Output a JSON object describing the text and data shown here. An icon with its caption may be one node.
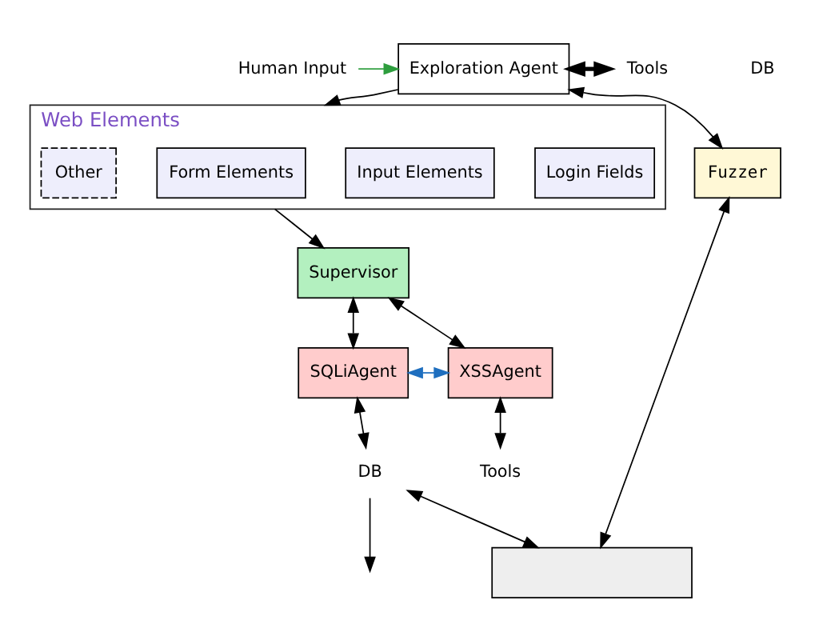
{
  "diagram": {
    "nodes": [
      {
        "text": [
          "Human Input"
        ]
      },
      {
        "text": [
          "Exploration Agent"
        ]
      },
      {
        "text": [
          "Tools"
        ]
      },
      {
        "text": [
          "DB"
        ]
      },
      {
        "text": [
          "Web Elements"
        ]
      },
      {
        "text": [
          "Login Fields"
        ],
        "in": 4
      },
      {
        "text": [
          "Input Elements"
        ],
        "in": 4
      },
      {
        "text": [
          "Form Elements"
        ],
        "in": 4
      },
      {
        "text": [
          "Other"
        ],
        "in": 4
      },
      {
        "text": [
          "Supervisor"
        ]
      },
      {
        "text": [
          "Fuzzer"
        ]
      },
      {
        "text": [
          "SQLiAgent"
        ]
      },
      {
        "text": [
          "XSSAgent"
        ]
      },
      {
        "text": [
          "DB"
        ]
      },
      {
        "text": [
          "Tools"
        ]
      },
      {
        "text": [],
        "shape": "box"
      }
    ],
    "edges": [
      {
        "from": 0,
        "to": 1,
        "arrow": "to",
        "color": "#2e9e3e"
      },
      {
        "from": 1,
        "to": 2,
        "arrow": "both",
        "style": "thick"
      },
      {
        "from": 1,
        "to": 4,
        "arrow": "to"
      },
      {
        "from": 4,
        "to": 9,
        "arrow": "to"
      },
      {
        "from": 10,
        "to": 1,
        "arrow": "both"
      },
      {
        "from": 9,
        "to": 11,
        "arrow": "both"
      },
      {
        "from": 9,
        "to": 12,
        "arrow": "both"
      },
      {
        "from": 11,
        "to": 12,
        "arrow": "both",
        "color": "#1f6fbf"
      },
      {
        "from": 11,
        "to": 13,
        "arrow": "both"
      },
      {
        "from": 12,
        "to": 14,
        "arrow": "both"
      },
      {
        "from": 13,
        "to": null,
        "arrow": "to"
      },
      {
        "from": 13,
        "to": 15,
        "arrow": "both"
      },
      {
        "from": 10,
        "to": 15,
        "arrow": "both"
      }
    ]
  }
}
